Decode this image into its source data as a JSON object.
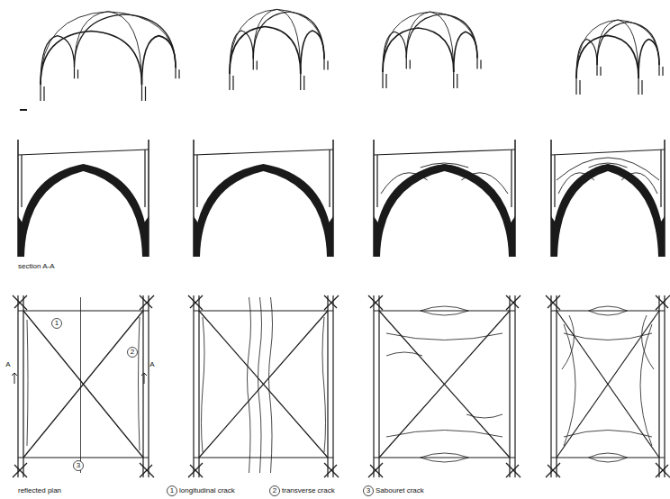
{
  "diagram": {
    "labels": [
      "section A-A",
      "reflected plan",
      "1",
      "2",
      "3",
      "A",
      "A",
      "1",
      "2",
      "3"
    ],
    "legend": [
      {
        "text": "longitudinal crack"
      },
      {
        "text": "transverse crack"
      },
      {
        "text": "Sabouret crack"
      }
    ]
  }
}
